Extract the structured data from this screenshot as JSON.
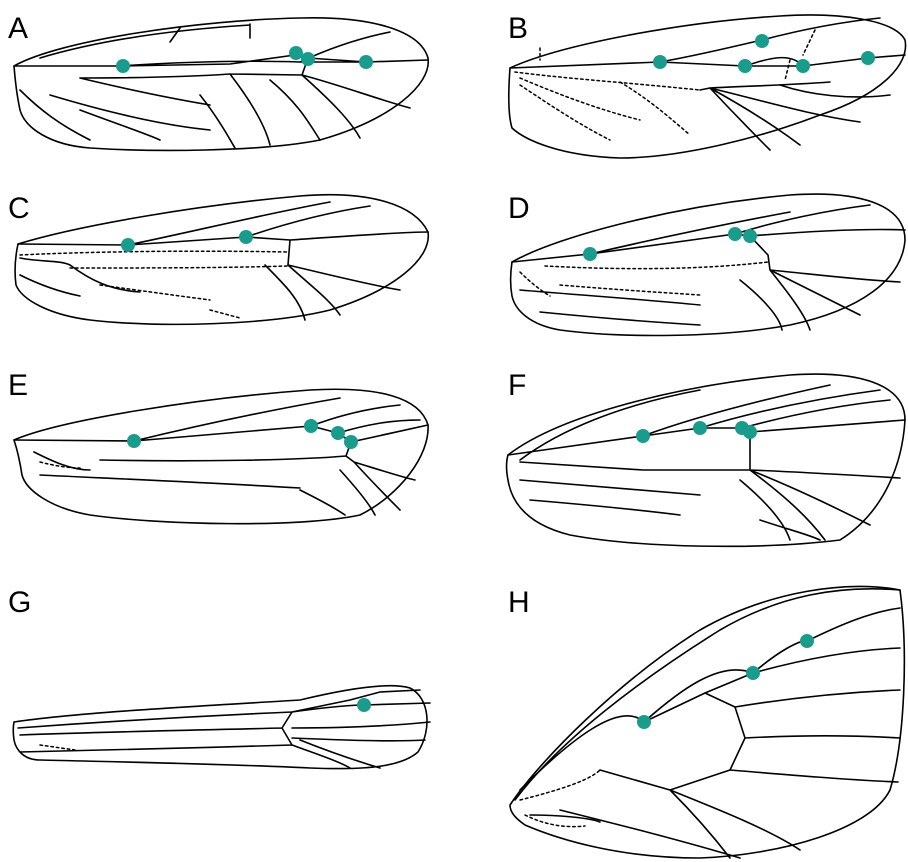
{
  "panels": [
    {
      "label": "A"
    },
    {
      "label": "B"
    },
    {
      "label": "C"
    },
    {
      "label": "D"
    },
    {
      "label": "E"
    },
    {
      "label": "F"
    },
    {
      "label": "G"
    },
    {
      "label": "H"
    }
  ],
  "colors": {
    "marker": "#1a9c8c",
    "line": "#000000",
    "background": "#ffffff"
  }
}
